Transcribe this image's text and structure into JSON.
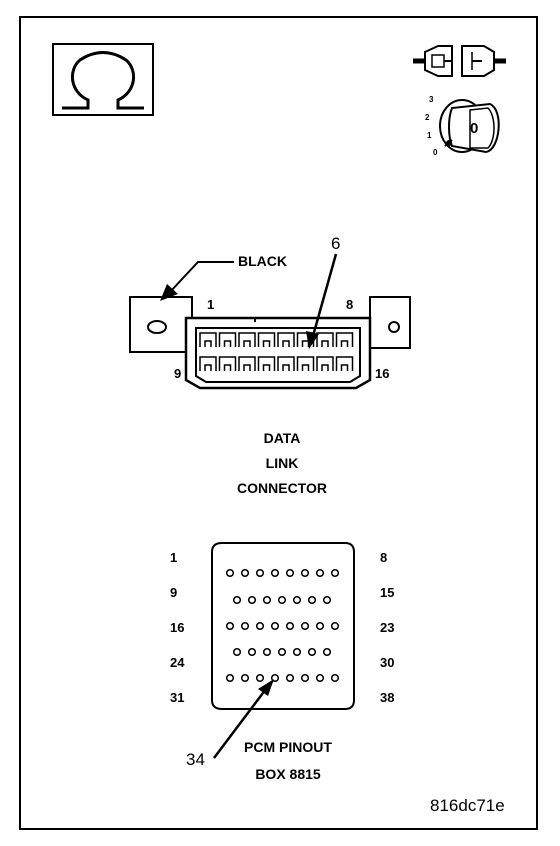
{
  "dlc": {
    "black_label": "BLACK",
    "pin6_callout": "6",
    "pin_1": "1",
    "pin_8": "8",
    "pin_9": "9",
    "pin_16": "16",
    "title_lines": [
      "DATA",
      "LINK",
      "CONNECTOR"
    ]
  },
  "pcm": {
    "row_start_labels": [
      "1",
      "9",
      "16",
      "24",
      "31"
    ],
    "row_end_labels": [
      "8",
      "15",
      "23",
      "30",
      "38"
    ],
    "callout": "34",
    "title_lines": [
      "PCM PINOUT",
      "BOX 8815"
    ]
  },
  "ignition_switch": {
    "positions": [
      "3",
      "2",
      "1",
      "0"
    ],
    "key_label": "0"
  },
  "figure_id": "816dc71e",
  "icons": {
    "top_left": "ohm-resistance-icon",
    "top_right_1": "connector-disconnected-icon",
    "top_right_2": "ignition-key-off-icon"
  }
}
